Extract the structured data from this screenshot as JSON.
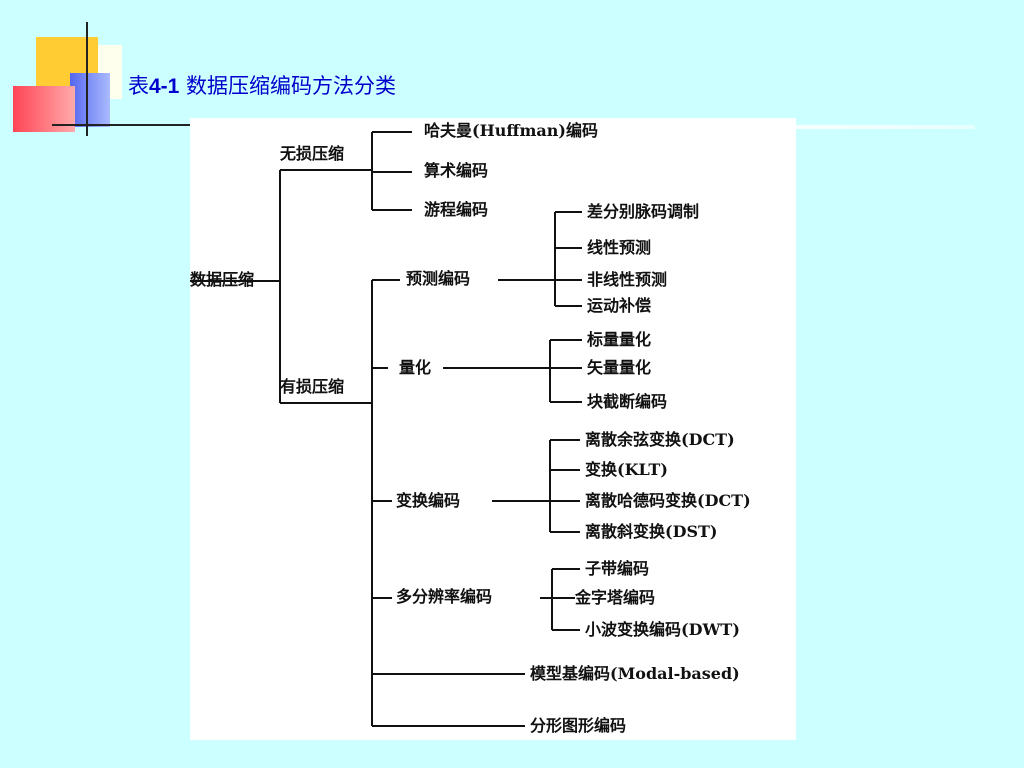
{
  "slide": {
    "title_prefix": "表",
    "title_number": "4-1",
    "title_text": " 数据压缩编码方法分类"
  },
  "diagram": {
    "root": "数据压缩",
    "lossless": {
      "label": "无损压缩",
      "children": [
        "哈夫曼(Huffman)编码",
        "算术编码",
        "游程编码"
      ]
    },
    "lossy": {
      "label": "有损压缩",
      "predictive": {
        "label": "预测编码",
        "children": [
          "差分别脉码调制",
          "线性预测",
          "非线性预测",
          "运动补偿"
        ]
      },
      "quantization": {
        "label": "量化",
        "children": [
          "标量量化",
          "矢量量化",
          "块截断编码"
        ]
      },
      "transform": {
        "label": "变换编码",
        "children": [
          "离散余弦变换(DCT)",
          "变换(KLT)",
          "离散哈德码变换(DCT)",
          "离散斜变换(DST)"
        ]
      },
      "multires": {
        "label": "多分辨率编码",
        "children": [
          "子带编码",
          "金字塔编码",
          "小波变换编码(DWT)"
        ]
      },
      "model_based": "模型基编码(Modal-based)",
      "fractal": "分形图形编码"
    }
  }
}
